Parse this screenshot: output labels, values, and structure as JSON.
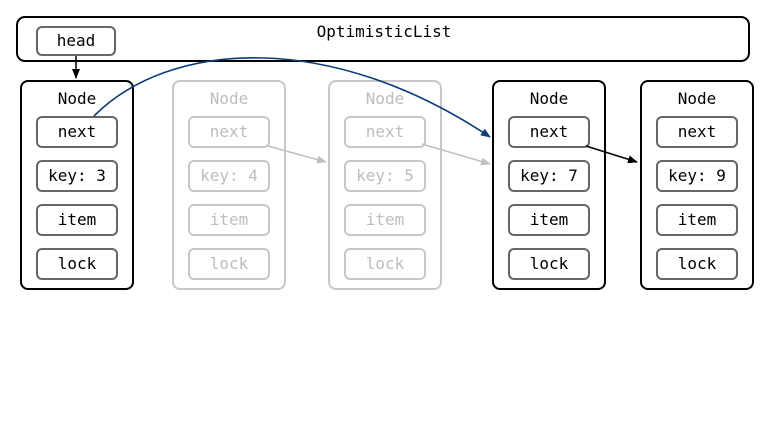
{
  "list": {
    "title": "OptimisticList",
    "head_label": "head"
  },
  "nodes": [
    {
      "title": "Node",
      "next": "next",
      "key": "key: 3",
      "item": "item",
      "lock": "lock",
      "state": "active"
    },
    {
      "title": "Node",
      "next": "next",
      "key": "key: 4",
      "item": "item",
      "lock": "lock",
      "state": "faded"
    },
    {
      "title": "Node",
      "next": "next",
      "key": "key: 5",
      "item": "item",
      "lock": "lock",
      "state": "faded"
    },
    {
      "title": "Node",
      "next": "next",
      "key": "key: 7",
      "item": "item",
      "lock": "lock",
      "state": "active"
    },
    {
      "title": "Node",
      "next": "next",
      "key": "key: 9",
      "item": "item",
      "lock": "lock",
      "state": "active"
    }
  ],
  "colors": {
    "active_border": "#000000",
    "faded_border": "#c8c8c8",
    "faded_text": "#bdbdbd",
    "field_border": "#666666",
    "highlight_arrow": "#0b3d78",
    "faded_arrow": "#c0c0c0"
  }
}
